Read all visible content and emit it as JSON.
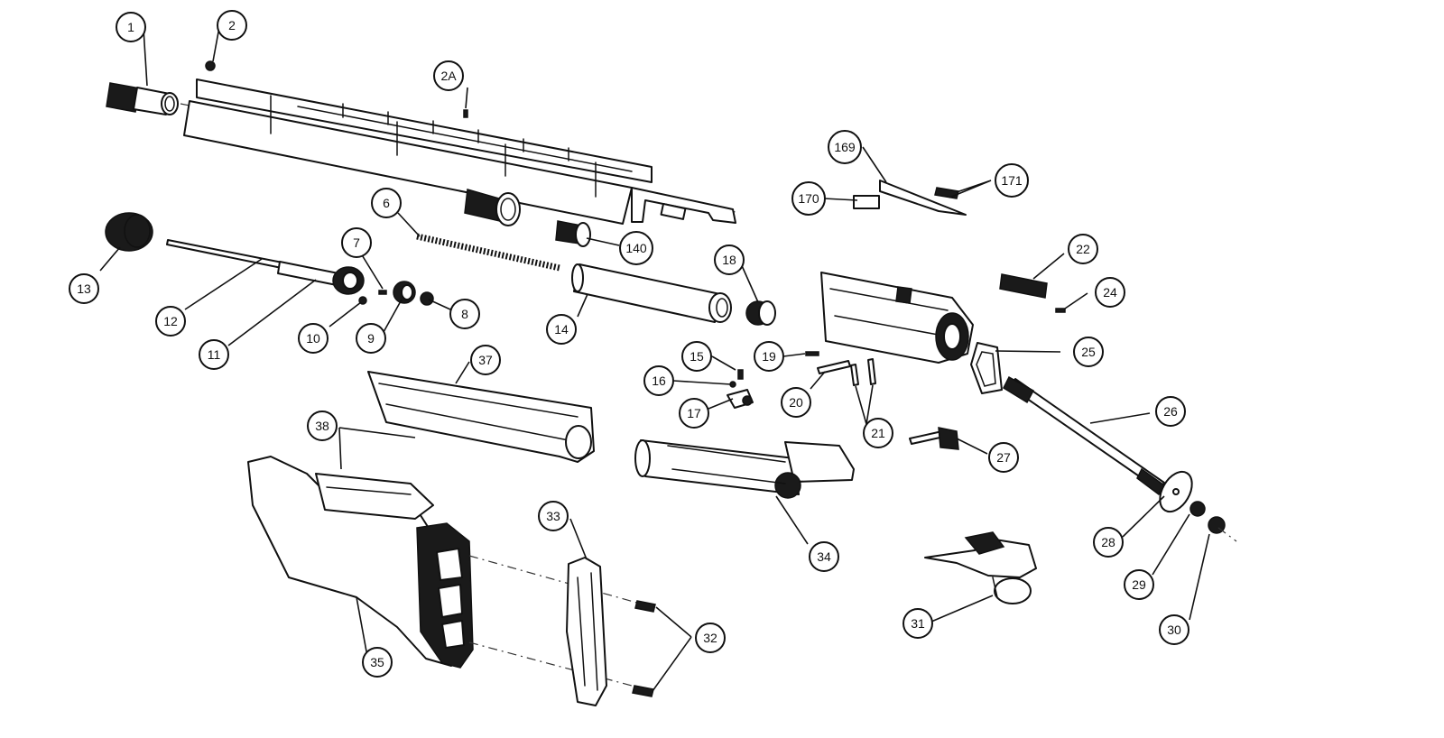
{
  "diagram": {
    "type": "exploded-parts-view",
    "subject": "shotgun",
    "callouts": [
      "1",
      "2",
      "2A",
      "6",
      "7",
      "8",
      "9",
      "10",
      "11",
      "12",
      "13",
      "14",
      "15",
      "16",
      "17",
      "18",
      "19",
      "20",
      "21",
      "22",
      "24",
      "25",
      "26",
      "27",
      "28",
      "29",
      "30",
      "31",
      "32",
      "33",
      "34",
      "35",
      "37",
      "38",
      "140",
      "169",
      "170",
      "171"
    ]
  }
}
